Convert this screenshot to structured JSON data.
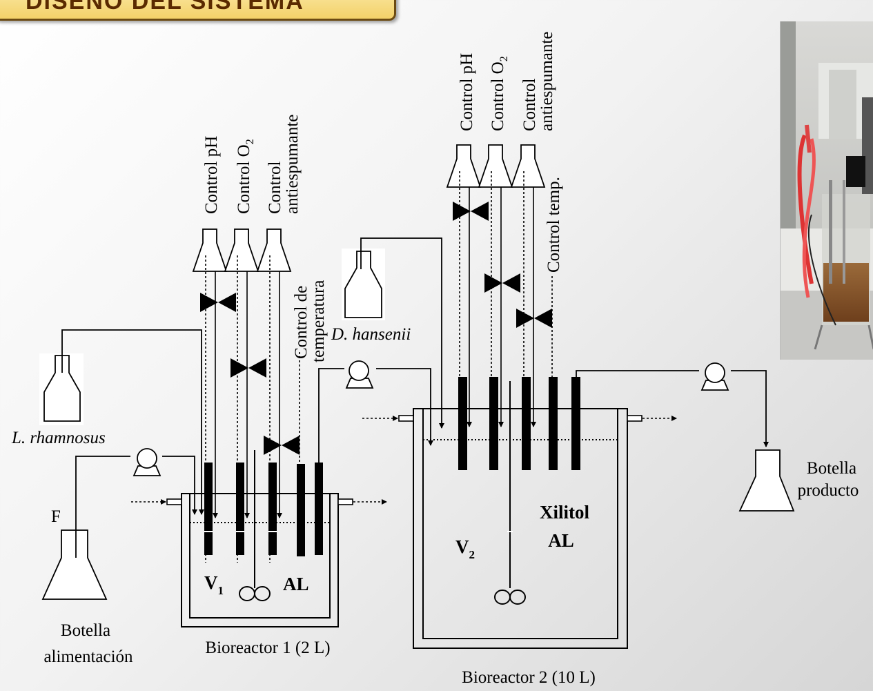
{
  "title": "DISEÑO DEL SISTEMA",
  "left_system": {
    "controls": [
      "Control pH",
      "Control O",
      "Control",
      "antiespumante",
      "Control de",
      "temperatura"
    ],
    "o2_subscript": "2",
    "organism": "L. rhamnosus",
    "flow_label": "F",
    "feed_bottle": [
      "Botella",
      "alimentación"
    ],
    "volume": "V",
    "volume_sub": "1",
    "content": "AL",
    "caption": "Bioreactor 1 (2 L)"
  },
  "right_system": {
    "controls": [
      "Control pH",
      "Control O",
      "Control",
      "antiespumante",
      "Control temp."
    ],
    "o2_subscript": "2",
    "organism": "D. hansenii",
    "volume": "V",
    "volume_sub": "2",
    "contents": [
      "Xilitol",
      "AL"
    ],
    "product_bottle": [
      "Botella",
      "producto"
    ],
    "caption": "Bioreactor 2 (10 L)"
  },
  "photo": {
    "icon": "bioreactor-photo"
  }
}
